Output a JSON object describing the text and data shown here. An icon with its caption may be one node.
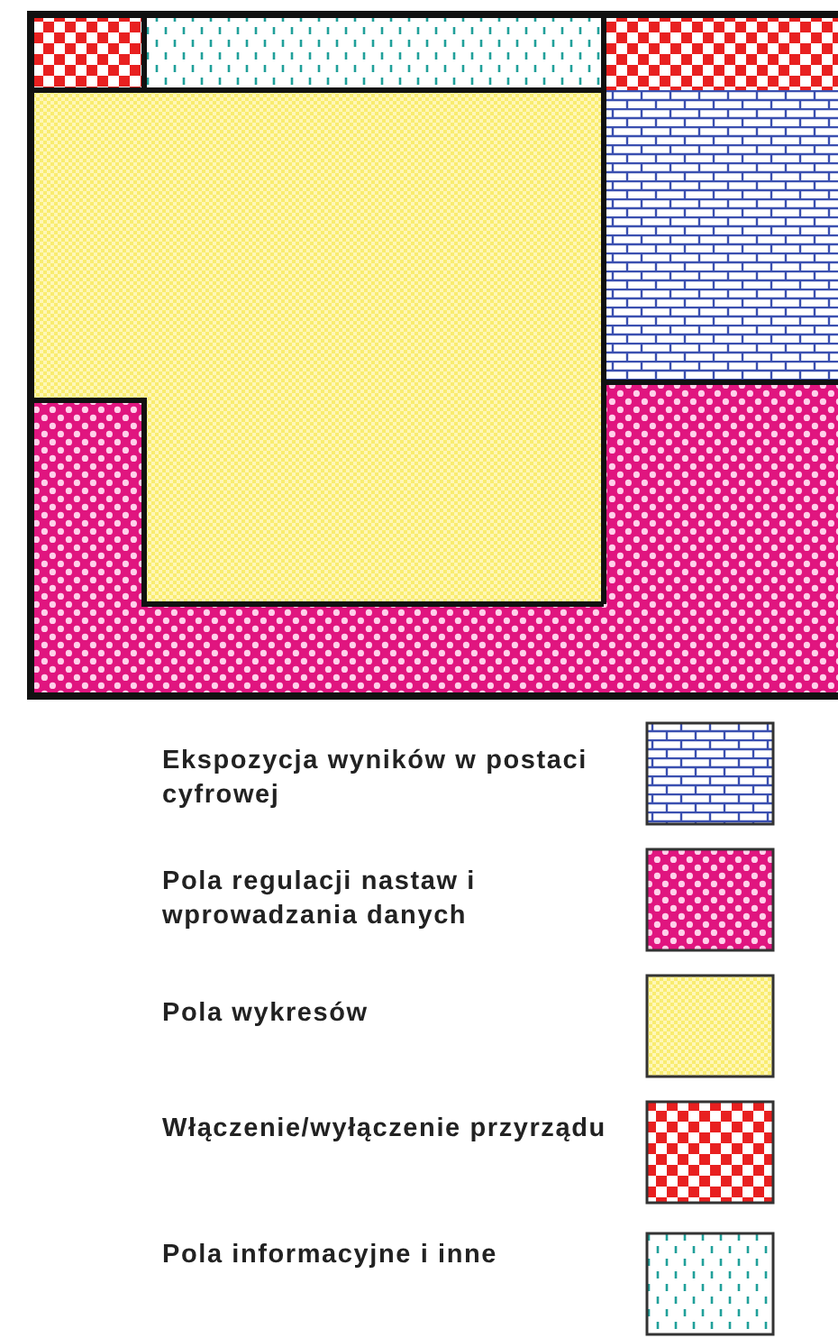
{
  "diagram": {
    "legend": [
      {
        "text": "Ekspozycja wyników w postaci cyfrowej"
      },
      {
        "text": "Pola regulacji nastaw i wprowadzania danych"
      },
      {
        "text": "Pola wykresów"
      },
      {
        "text": "Włączenie/wyłączenie przyrządu"
      },
      {
        "text": "Pola informacyjne i inne"
      }
    ]
  }
}
